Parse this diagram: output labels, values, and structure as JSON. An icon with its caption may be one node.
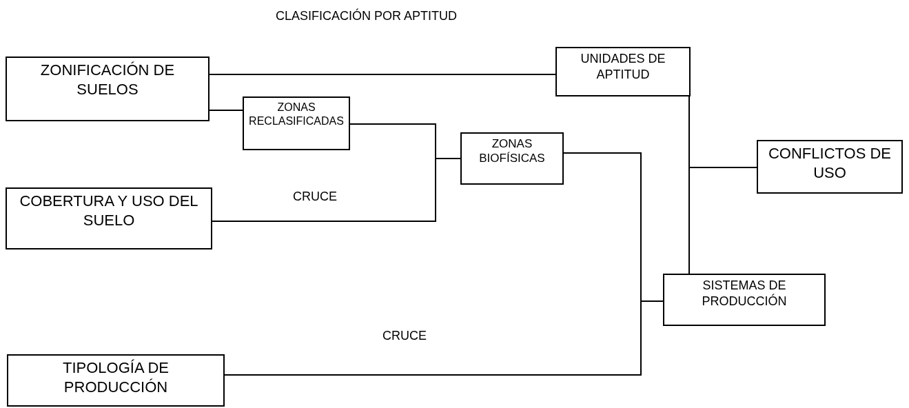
{
  "diagram": {
    "title": "CLASIFICACIÓN POR APTITUD",
    "nodes": [
      {
        "text": [
          "ZONIFICACIÓN DE SUELOS"
        ]
      },
      {
        "text": [
          "ZONAS RECLASIFICADAS"
        ]
      },
      {
        "text": [
          "COBERTURA Y USO DEL SUELO"
        ]
      },
      {
        "text": [
          "ZONAS BIOFÍSICAS"
        ]
      },
      {
        "text": [
          "UNIDADES DE APTITUD"
        ]
      },
      {
        "text": [
          "CONFLICTOS DE USO"
        ]
      },
      {
        "text": [
          "SISTEMAS DE PRODUCCIÓN"
        ]
      },
      {
        "text": [
          "TIPOLOGÍA DE PRODUCCIÓN"
        ]
      }
    ],
    "edges": [
      {
        "from": 0,
        "to": 4,
        "arrow": "none"
      },
      {
        "from": 0,
        "to": 1,
        "arrow": "none"
      },
      {
        "from": 1,
        "to": 3,
        "arrow": "none"
      },
      {
        "from": 2,
        "to": 3,
        "arrow": "none"
      },
      {
        "from": 3,
        "to": 6,
        "arrow": "none"
      },
      {
        "from": 7,
        "to": 6,
        "arrow": "none"
      },
      {
        "from": 4,
        "to": 5,
        "arrow": "none"
      },
      {
        "from": 4,
        "to": 6,
        "arrow": "none"
      }
    ],
    "labels": [
      "CRUCE",
      "CRUCE"
    ]
  }
}
